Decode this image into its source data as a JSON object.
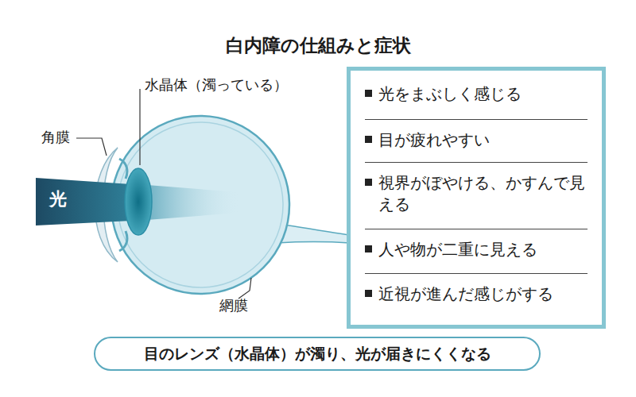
{
  "diagram": {
    "title": "白内障の仕組みと症状",
    "nodes": [
      {
        "text": [
          "光をまぶしく感じる",
          "目が疲れやすい",
          "視界がぼやける、かすんで見える",
          "人や物が二重に見える",
          "近視が進んだ感じがする"
        ]
      },
      {
        "text": [
          "目のレンズ（水晶体）が濁り、光が届きにくくなる"
        ]
      }
    ],
    "labels": [
      "水晶体（濁っている）",
      "角膜",
      "光",
      "網膜"
    ]
  }
}
